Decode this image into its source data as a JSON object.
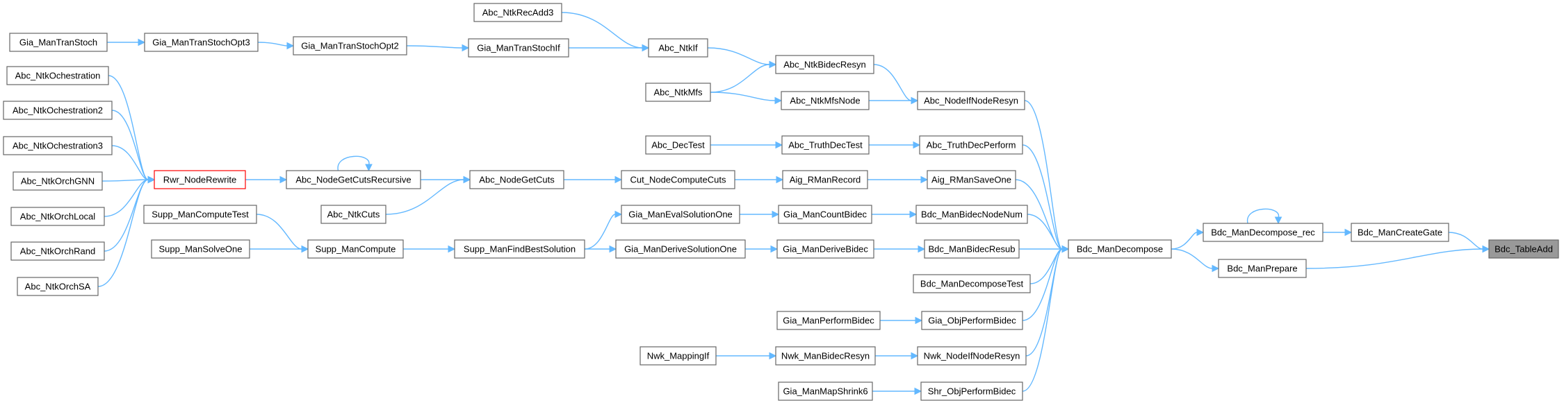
{
  "graph": {
    "nodes": [
      {
        "id": "Gia_ManTranStoch",
        "label": "Gia_ManTranStoch"
      },
      {
        "id": "Gia_ManTranStochOpt3",
        "label": "Gia_ManTranStochOpt3"
      },
      {
        "id": "Gia_ManTranStochOpt2",
        "label": "Gia_ManTranStochOpt2"
      },
      {
        "id": "Gia_ManTranStochIf",
        "label": "Gia_ManTranStochIf"
      },
      {
        "id": "Abc_NtkRecAdd3",
        "label": "Abc_NtkRecAdd3"
      },
      {
        "id": "Abc_NtkIf",
        "label": "Abc_NtkIf"
      },
      {
        "id": "Abc_NtkBidecResyn",
        "label": "Abc_NtkBidecResyn"
      },
      {
        "id": "Abc_NtkMfs",
        "label": "Abc_NtkMfs"
      },
      {
        "id": "Abc_NtkMfsNode",
        "label": "Abc_NtkMfsNode"
      },
      {
        "id": "Abc_NodeIfNodeResyn",
        "label": "Abc_NodeIfNodeResyn"
      },
      {
        "id": "Abc_NtkOchestration",
        "label": "Abc_NtkOchestration"
      },
      {
        "id": "Abc_NtkOchestration2",
        "label": "Abc_NtkOchestration2"
      },
      {
        "id": "Abc_NtkOchestration3",
        "label": "Abc_NtkOchestration3"
      },
      {
        "id": "Abc_NtkOrchGNN",
        "label": "Abc_NtkOrchGNN"
      },
      {
        "id": "Abc_NtkOrchLocal",
        "label": "Abc_NtkOrchLocal"
      },
      {
        "id": "Abc_NtkOrchRand",
        "label": "Abc_NtkOrchRand"
      },
      {
        "id": "Abc_NtkOrchSA",
        "label": "Abc_NtkOrchSA"
      },
      {
        "id": "Rwr_NodeRewrite",
        "label": "Rwr_NodeRewrite",
        "style": "highlight"
      },
      {
        "id": "Abc_NodeGetCutsRecursive",
        "label": "Abc_NodeGetCutsRecursive"
      },
      {
        "id": "Abc_NtkCuts",
        "label": "Abc_NtkCuts"
      },
      {
        "id": "Abc_NodeGetCuts",
        "label": "Abc_NodeGetCuts"
      },
      {
        "id": "Abc_DecTest",
        "label": "Abc_DecTest"
      },
      {
        "id": "Abc_TruthDecTest",
        "label": "Abc_TruthDecTest"
      },
      {
        "id": "Abc_TruthDecPerform",
        "label": "Abc_TruthDecPerform"
      },
      {
        "id": "Cut_NodeComputeCuts",
        "label": "Cut_NodeComputeCuts"
      },
      {
        "id": "Aig_RManRecord",
        "label": "Aig_RManRecord"
      },
      {
        "id": "Aig_RManSaveOne",
        "label": "Aig_RManSaveOne"
      },
      {
        "id": "Supp_ManComputeTest",
        "label": "Supp_ManComputeTest"
      },
      {
        "id": "Supp_ManSolveOne",
        "label": "Supp_ManSolveOne"
      },
      {
        "id": "Supp_ManCompute",
        "label": "Supp_ManCompute"
      },
      {
        "id": "Supp_ManFindBestSolution",
        "label": "Supp_ManFindBestSolution"
      },
      {
        "id": "Gia_ManEvalSolutionOne",
        "label": "Gia_ManEvalSolutionOne"
      },
      {
        "id": "Gia_ManDeriveSolutionOne",
        "label": "Gia_ManDeriveSolutionOne"
      },
      {
        "id": "Gia_ManCountBidec",
        "label": "Gia_ManCountBidec"
      },
      {
        "id": "Gia_ManDeriveBidec",
        "label": "Gia_ManDeriveBidec"
      },
      {
        "id": "Bdc_ManBidecNodeNum",
        "label": "Bdc_ManBidecNodeNum"
      },
      {
        "id": "Bdc_ManBidecResub",
        "label": "Bdc_ManBidecResub"
      },
      {
        "id": "Bdc_ManDecomposeTest",
        "label": "Bdc_ManDecomposeTest"
      },
      {
        "id": "Gia_ManPerformBidec",
        "label": "Gia_ManPerformBidec"
      },
      {
        "id": "Gia_ObjPerformBidec",
        "label": "Gia_ObjPerformBidec"
      },
      {
        "id": "Nwk_MappingIf",
        "label": "Nwk_MappingIf"
      },
      {
        "id": "Nwk_ManBidecResyn",
        "label": "Nwk_ManBidecResyn"
      },
      {
        "id": "Nwk_NodeIfNodeResyn",
        "label": "Nwk_NodeIfNodeResyn"
      },
      {
        "id": "Gia_ManMapShrink6",
        "label": "Gia_ManMapShrink6"
      },
      {
        "id": "Shr_ObjPerformBidec",
        "label": "Shr_ObjPerformBidec"
      },
      {
        "id": "Bdc_ManDecompose",
        "label": "Bdc_ManDecompose"
      },
      {
        "id": "Bdc_ManDecompose_rec",
        "label": "Bdc_ManDecompose_rec"
      },
      {
        "id": "Bdc_ManPrepare",
        "label": "Bdc_ManPrepare"
      },
      {
        "id": "Bdc_ManCreateGate",
        "label": "Bdc_ManCreateGate"
      },
      {
        "id": "Bdc_TableAdd",
        "label": "Bdc_TableAdd",
        "style": "target"
      }
    ],
    "edges": [
      [
        "Gia_ManTranStoch",
        "Gia_ManTranStochOpt3"
      ],
      [
        "Gia_ManTranStochOpt3",
        "Gia_ManTranStochOpt2"
      ],
      [
        "Gia_ManTranStochOpt2",
        "Gia_ManTranStochIf"
      ],
      [
        "Gia_ManTranStochIf",
        "Abc_NtkIf"
      ],
      [
        "Abc_NtkRecAdd3",
        "Abc_NtkIf"
      ],
      [
        "Abc_NtkIf",
        "Abc_NtkBidecResyn"
      ],
      [
        "Abc_NtkMfs",
        "Abc_NtkBidecResyn"
      ],
      [
        "Abc_NtkMfs",
        "Abc_NtkMfsNode"
      ],
      [
        "Abc_NtkBidecResyn",
        "Abc_NodeIfNodeResyn"
      ],
      [
        "Abc_NtkMfsNode",
        "Abc_NodeIfNodeResyn"
      ],
      [
        "Abc_NtkOchestration",
        "Rwr_NodeRewrite"
      ],
      [
        "Abc_NtkOchestration2",
        "Rwr_NodeRewrite"
      ],
      [
        "Abc_NtkOchestration3",
        "Rwr_NodeRewrite"
      ],
      [
        "Abc_NtkOrchGNN",
        "Rwr_NodeRewrite"
      ],
      [
        "Abc_NtkOrchLocal",
        "Rwr_NodeRewrite"
      ],
      [
        "Abc_NtkOrchRand",
        "Rwr_NodeRewrite"
      ],
      [
        "Abc_NtkOrchSA",
        "Rwr_NodeRewrite"
      ],
      [
        "Rwr_NodeRewrite",
        "Abc_NodeGetCutsRecursive"
      ],
      [
        "Abc_NodeGetCutsRecursive",
        "Abc_NodeGetCutsRecursive"
      ],
      [
        "Abc_NodeGetCutsRecursive",
        "Abc_NodeGetCuts"
      ],
      [
        "Abc_NtkCuts",
        "Abc_NodeGetCuts"
      ],
      [
        "Abc_NodeGetCuts",
        "Cut_NodeComputeCuts"
      ],
      [
        "Cut_NodeComputeCuts",
        "Aig_RManRecord"
      ],
      [
        "Aig_RManRecord",
        "Aig_RManSaveOne"
      ],
      [
        "Abc_DecTest",
        "Abc_TruthDecTest"
      ],
      [
        "Abc_TruthDecTest",
        "Abc_TruthDecPerform"
      ],
      [
        "Supp_ManComputeTest",
        "Supp_ManCompute"
      ],
      [
        "Supp_ManSolveOne",
        "Supp_ManCompute"
      ],
      [
        "Supp_ManCompute",
        "Supp_ManFindBestSolution"
      ],
      [
        "Supp_ManFindBestSolution",
        "Gia_ManEvalSolutionOne"
      ],
      [
        "Supp_ManFindBestSolution",
        "Gia_ManDeriveSolutionOne"
      ],
      [
        "Gia_ManEvalSolutionOne",
        "Gia_ManCountBidec"
      ],
      [
        "Gia_ManDeriveSolutionOne",
        "Gia_ManDeriveBidec"
      ],
      [
        "Gia_ManCountBidec",
        "Bdc_ManBidecNodeNum"
      ],
      [
        "Gia_ManDeriveBidec",
        "Bdc_ManBidecResub"
      ],
      [
        "Gia_ManPerformBidec",
        "Gia_ObjPerformBidec"
      ],
      [
        "Nwk_MappingIf",
        "Nwk_ManBidecResyn"
      ],
      [
        "Nwk_ManBidecResyn",
        "Nwk_NodeIfNodeResyn"
      ],
      [
        "Gia_ManMapShrink6",
        "Shr_ObjPerformBidec"
      ],
      [
        "Abc_NodeIfNodeResyn",
        "Bdc_ManDecompose"
      ],
      [
        "Abc_TruthDecPerform",
        "Bdc_ManDecompose"
      ],
      [
        "Aig_RManSaveOne",
        "Bdc_ManDecompose"
      ],
      [
        "Bdc_ManBidecNodeNum",
        "Bdc_ManDecompose"
      ],
      [
        "Bdc_ManBidecResub",
        "Bdc_ManDecompose"
      ],
      [
        "Bdc_ManDecomposeTest",
        "Bdc_ManDecompose"
      ],
      [
        "Gia_ObjPerformBidec",
        "Bdc_ManDecompose"
      ],
      [
        "Nwk_NodeIfNodeResyn",
        "Bdc_ManDecompose"
      ],
      [
        "Shr_ObjPerformBidec",
        "Bdc_ManDecompose"
      ],
      [
        "Bdc_ManDecompose",
        "Bdc_ManDecompose_rec"
      ],
      [
        "Bdc_ManDecompose",
        "Bdc_ManPrepare"
      ],
      [
        "Bdc_ManDecompose_rec",
        "Bdc_ManDecompose_rec"
      ],
      [
        "Bdc_ManDecompose_rec",
        "Bdc_ManCreateGate"
      ],
      [
        "Bdc_ManCreateGate",
        "Bdc_TableAdd"
      ],
      [
        "Bdc_ManPrepare",
        "Bdc_TableAdd"
      ]
    ]
  }
}
